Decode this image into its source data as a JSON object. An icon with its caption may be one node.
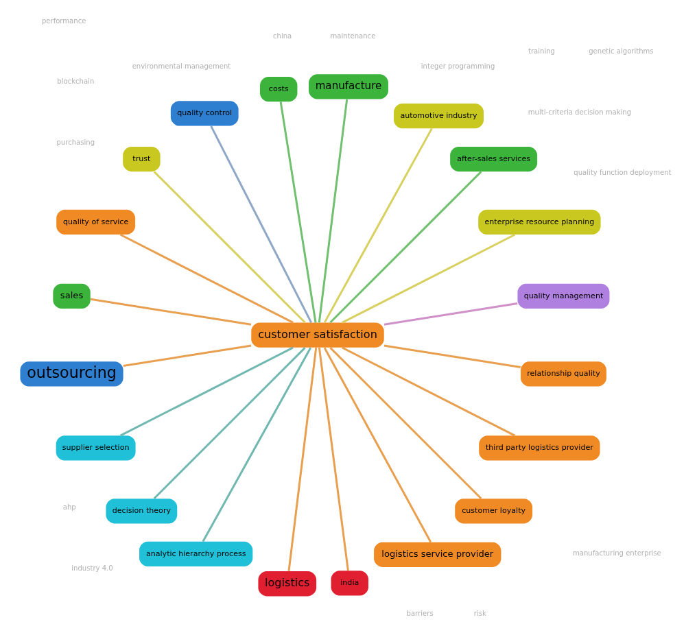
{
  "diagram": {
    "nodes": [
      {
        "text": [
          "customer satisfaction"
        ]
      },
      {
        "text": [
          "quality management"
        ]
      },
      {
        "text": [
          "enterprise resource planning"
        ]
      },
      {
        "text": [
          "after-sales services"
        ]
      },
      {
        "text": [
          "automotive industry"
        ]
      },
      {
        "text": [
          "manufacture"
        ]
      },
      {
        "text": [
          "costs"
        ]
      },
      {
        "text": [
          "quality control"
        ]
      },
      {
        "text": [
          "trust"
        ]
      },
      {
        "text": [
          "quality of service"
        ]
      },
      {
        "text": [
          "sales"
        ]
      },
      {
        "text": [
          "outsourcing"
        ]
      },
      {
        "text": [
          "supplier selection"
        ]
      },
      {
        "text": [
          "decision theory"
        ]
      },
      {
        "text": [
          "analytic hierarchy process"
        ]
      },
      {
        "text": [
          "logistics"
        ]
      },
      {
        "text": [
          "india"
        ]
      },
      {
        "text": [
          "logistics service provider"
        ]
      },
      {
        "text": [
          "customer loyalty"
        ]
      },
      {
        "text": [
          "third party logistics provider"
        ]
      },
      {
        "text": [
          "relationship quality"
        ]
      }
    ],
    "edges": [
      {
        "from": 0,
        "to": 1,
        "arrow": "none",
        "color": "#d090c8"
      },
      {
        "from": 0,
        "to": 2,
        "arrow": "none",
        "color": "#d8d060"
      },
      {
        "from": 0,
        "to": 3,
        "arrow": "none",
        "color": "#70c070"
      },
      {
        "from": 0,
        "to": 4,
        "arrow": "none",
        "color": "#d8d060"
      },
      {
        "from": 0,
        "to": 5,
        "arrow": "none",
        "color": "#70c070"
      },
      {
        "from": 0,
        "to": 6,
        "arrow": "none",
        "color": "#70c070"
      },
      {
        "from": 0,
        "to": 7,
        "arrow": "none",
        "color": "#90a8c8"
      },
      {
        "from": 0,
        "to": 8,
        "arrow": "none",
        "color": "#d8d060"
      },
      {
        "from": 0,
        "to": 9,
        "arrow": "none"
      },
      {
        "from": 0,
        "to": 10,
        "arrow": "none"
      },
      {
        "from": 0,
        "to": 11,
        "arrow": "none"
      },
      {
        "from": 0,
        "to": 12,
        "arrow": "none",
        "color": "#70b8b0"
      },
      {
        "from": 0,
        "to": 13,
        "arrow": "none",
        "color": "#70b8b0"
      },
      {
        "from": 0,
        "to": 14,
        "arrow": "none",
        "color": "#70b8b0"
      },
      {
        "from": 0,
        "to": 15,
        "arrow": "none"
      },
      {
        "from": 0,
        "to": 16,
        "arrow": "none"
      },
      {
        "from": 0,
        "to": 17,
        "arrow": "none"
      },
      {
        "from": 0,
        "to": 18,
        "arrow": "none"
      },
      {
        "from": 0,
        "to": 19,
        "arrow": "none"
      },
      {
        "from": 0,
        "to": 20,
        "arrow": "none"
      }
    ],
    "labels": [
      "industry 4.0",
      "blockchain",
      "genetic algorithms",
      "training",
      "maintenance",
      "purchasing",
      "integer programming",
      "manufacturing enterprise",
      "quality function deployment",
      "performance",
      "china",
      "ahp",
      "multi-criteria decision making",
      "barriers",
      "environmental management",
      "risk"
    ]
  }
}
